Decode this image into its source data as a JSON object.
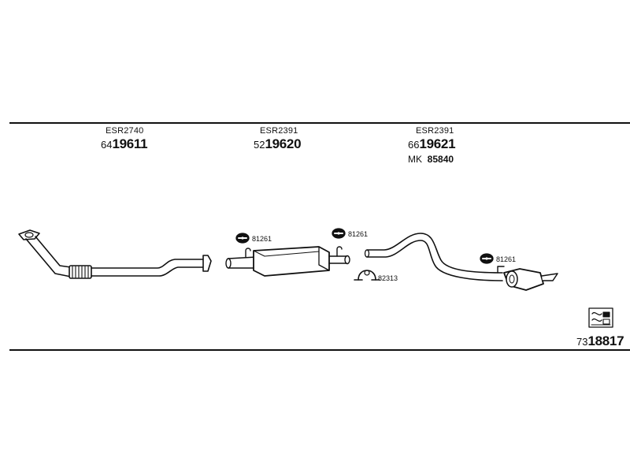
{
  "sections": [
    {
      "ref": "ESR2740",
      "part_prefix": "64",
      "part_main": "19611"
    },
    {
      "ref": "ESR2391",
      "part_prefix": "52",
      "part_main": "19620"
    },
    {
      "ref": "ESR2391",
      "part_prefix": "66",
      "part_main": "19621",
      "kit_prefix": "MK",
      "kit_number": "85840"
    }
  ],
  "callouts": {
    "hanger_1": "81261",
    "hanger_2": "81261",
    "hanger_3": "81261",
    "clamp": "82313"
  },
  "catalog": {
    "prefix": "73",
    "main": "18817"
  }
}
